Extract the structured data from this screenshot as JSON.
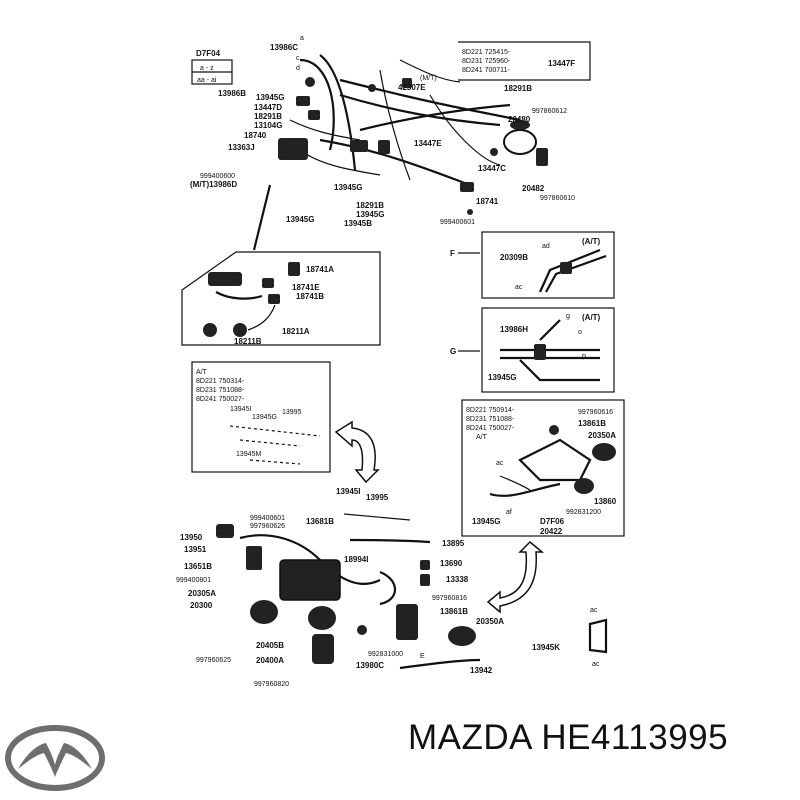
{
  "brand": "MAZDA",
  "part_number": "HE4113995",
  "logo_icon": "mazda-wing-logo-icon",
  "top_left_box": {
    "title": "D7F04",
    "line1": "a - z",
    "line2": "aa - ai"
  },
  "top_right_codes": [
    "8D221  725415-",
    "8D231  725960-",
    "8D241  700711-"
  ],
  "callouts_main": [
    "a",
    "13986C",
    "c",
    "d",
    "13986B",
    "13945G",
    "13447D",
    "18291B",
    "13104G",
    "18740",
    "13363J",
    "999400600",
    "(M/T)13986D",
    "13945G",
    "42307E",
    "(M/T)",
    "13447F",
    "18291B",
    "20480",
    "997860612",
    "13447E",
    "13447C",
    "20482",
    "997860610",
    "18741",
    "999400601",
    "18291B",
    "13945G",
    "13945B",
    "13945G"
  ],
  "panel_sensors": [
    "18741A",
    "18741E",
    "18741B",
    "18211A",
    "18211B"
  ],
  "panel_f": {
    "letter": "F",
    "tag": "(A/T)",
    "parts": [
      "ad",
      "20309B",
      "ac"
    ]
  },
  "panel_g": {
    "letter": "G",
    "tag": "(A/T)",
    "parts": [
      "13986H",
      "g",
      "13945G",
      "o",
      "p"
    ]
  },
  "panel_at_left": {
    "header": [
      "A/T",
      "8D221  750314-",
      "8D231  751088-",
      "8D241  750027-"
    ],
    "parts": [
      "13945I",
      "13945G",
      "13995",
      "13945M"
    ]
  },
  "panel_at_right": {
    "header": [
      "8D221  750914-",
      "8D231  751088-",
      "8D241  750027-",
      "A/T"
    ],
    "parts": [
      "997960616",
      "13861B",
      "20350A",
      "ac",
      "13860",
      "992831200",
      "13945G",
      "af",
      "D7F06",
      "20422"
    ]
  },
  "callouts_lower": [
    "13945I",
    "13995",
    "999400601",
    "997960626",
    "13681B",
    "13950",
    "13951",
    "13651B",
    "999400801",
    "18994I",
    "13895",
    "13690",
    "13338",
    "20305A",
    "20300",
    "997960816",
    "13861B",
    "20350A",
    "20405B",
    "20400A",
    "997960625",
    "13980C",
    "992831000",
    "E",
    "13942",
    "997960820",
    "13945K",
    "ac",
    "ac"
  ]
}
